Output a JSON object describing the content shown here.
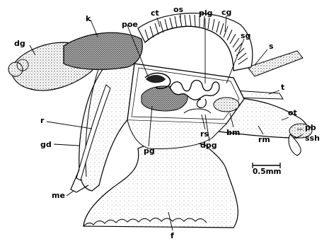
{
  "labels": {
    "dg": "dg",
    "k": "k",
    "poe": "poe",
    "ct": "ct",
    "os": "os",
    "plg": "plg",
    "cg": "cg",
    "sg": "sg",
    "s": "s",
    "t": "t",
    "ot": "ot",
    "pb": "pb",
    "ssh": "ssh",
    "rm": "rm",
    "bm": "bm",
    "rs": "rs",
    "dpg": "dpg",
    "pg": "pg",
    "r": "r",
    "gd": "gd",
    "me": "me",
    "f": "f"
  },
  "scale_bar": {
    "text": "0.5mm"
  },
  "colors": {
    "ink": "#000000",
    "paper": "#ffffff",
    "stipple": "#555555"
  }
}
